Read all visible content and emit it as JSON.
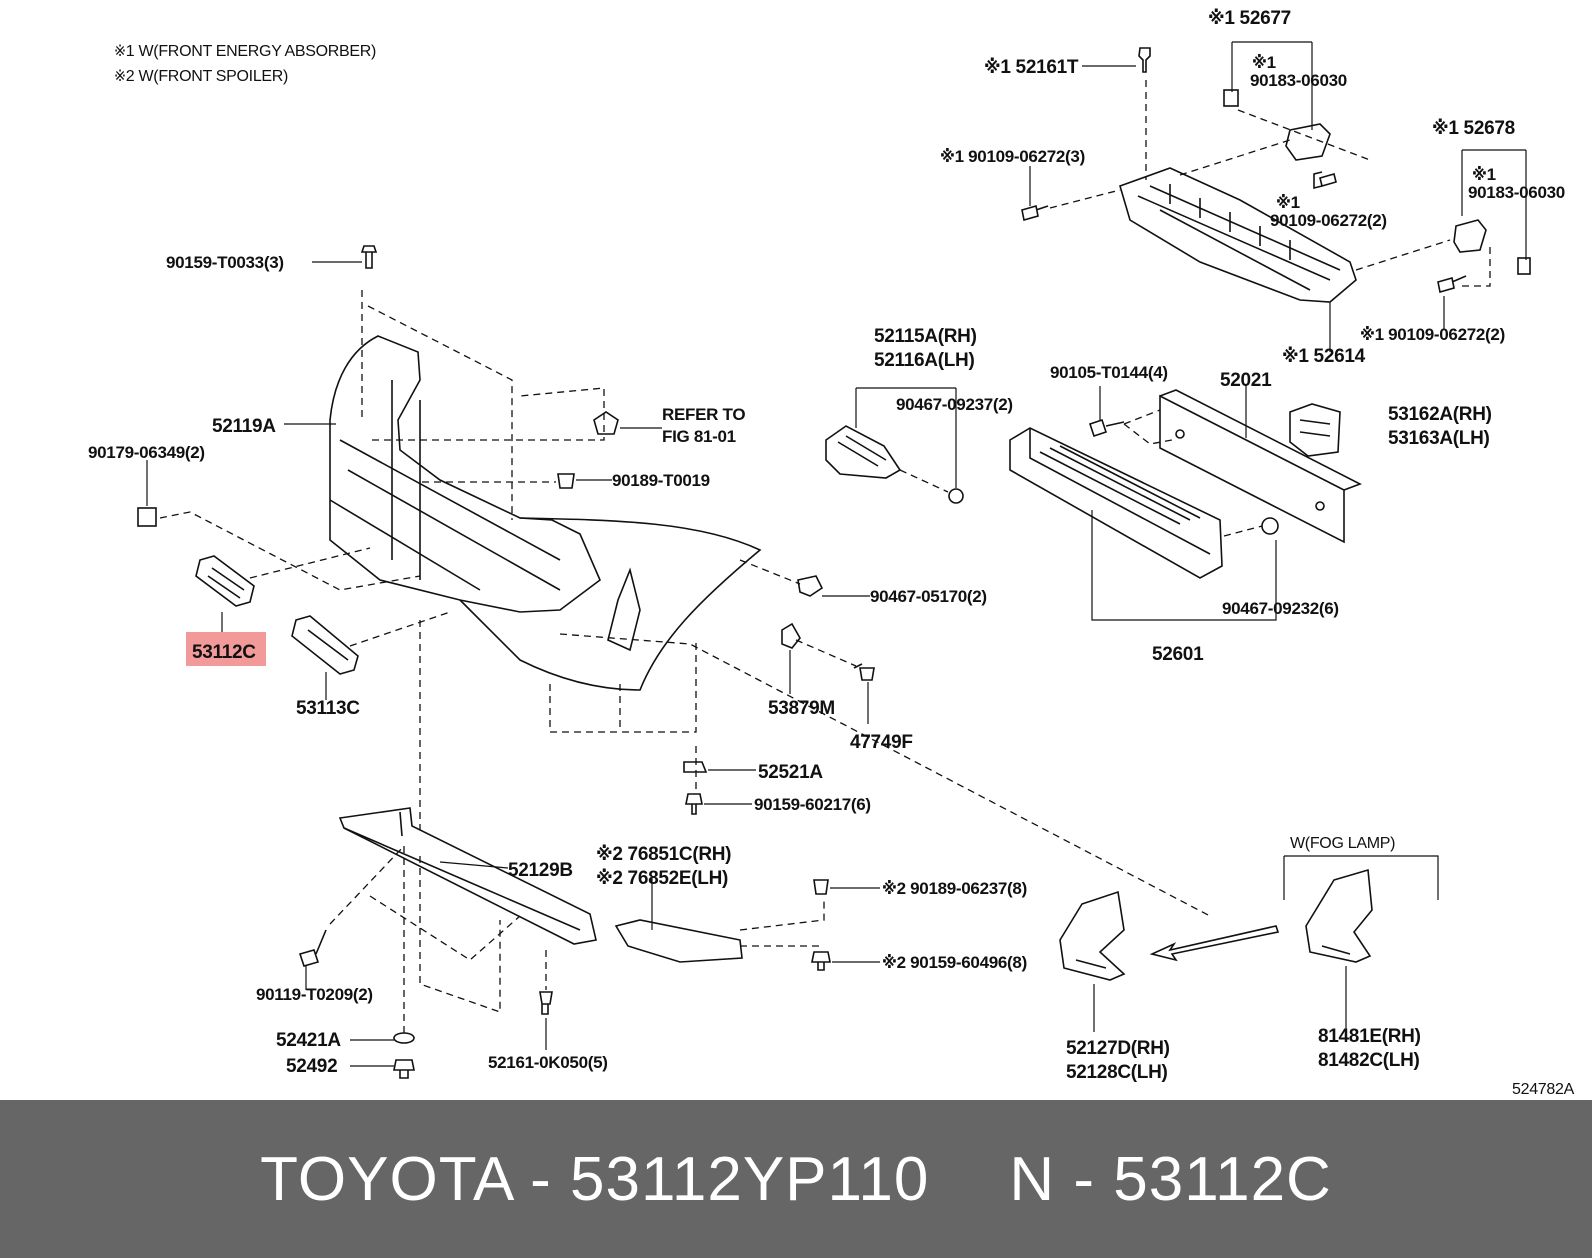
{
  "notes": [
    "※1 W(FRONT ENERGY ABSORBER)",
    "※2 W(FRONT SPOILER)"
  ],
  "labels": {
    "l_52677": "※1 52677",
    "l_52161T": "※1 52161T",
    "l_90183_a": "※1\n90183-06030",
    "l_90109_3": "※1 90109-06272(3)",
    "l_90109_2a": "※1\n90109-06272(2)",
    "l_52678": "※1 52678",
    "l_90183_b": "※1\n90183-06030",
    "l_90109_2b": "※1 90109-06272(2)",
    "l_52614": "※1 52614",
    "l_90159_T0033": "90159-T0033(3)",
    "l_52115A": "52115A(RH)",
    "l_52116A": "52116A(LH)",
    "l_90467_09237": "90467-09237(2)",
    "l_90105": "90105-T0144(4)",
    "l_52021": "52021",
    "l_53162A": "53162A(RH)",
    "l_53163A": "53163A(LH)",
    "l_52119A": "52119A",
    "l_refer": "REFER TO",
    "l_fig": "FIG 81-01",
    "l_90179": "90179-06349(2)",
    "l_90189_T0019": "90189-T0019",
    "l_90467_05170": "90467-05170(2)",
    "l_90467_09232": "90467-09232(6)",
    "l_53112C": "53112C",
    "l_53113C": "53113C",
    "l_52601": "52601",
    "l_53879M": "53879M",
    "l_47749F": "47749F",
    "l_52521A": "52521A",
    "l_90159_60217": "90159-60217(6)",
    "l_52129B": "52129B",
    "l_76851C": "※2 76851C(RH)",
    "l_76852E": "※2 76852E(LH)",
    "l_90189_06237": "※2 90189-06237(8)",
    "l_90159_60496": "※2 90159-60496(8)",
    "l_fog": "W(FOG LAMP)",
    "l_90119": "90119-T0209(2)",
    "l_52421A": "52421A",
    "l_52492": "52492",
    "l_52161_0K050": "52161-0K050(5)",
    "l_52127D": "52127D(RH)",
    "l_52128C": "52128C(LH)",
    "l_81481E": "81481E(RH)",
    "l_81482C": "81482C(LH)",
    "l_ref_code": "524782A"
  },
  "highlight": {
    "part": "53112C",
    "color": "#f29a9a"
  },
  "footer": {
    "brand_part": "TOYOTA - 53112YP110",
    "ref": "N - 53112C",
    "background": "#666666",
    "text_color": "#ffffff"
  }
}
